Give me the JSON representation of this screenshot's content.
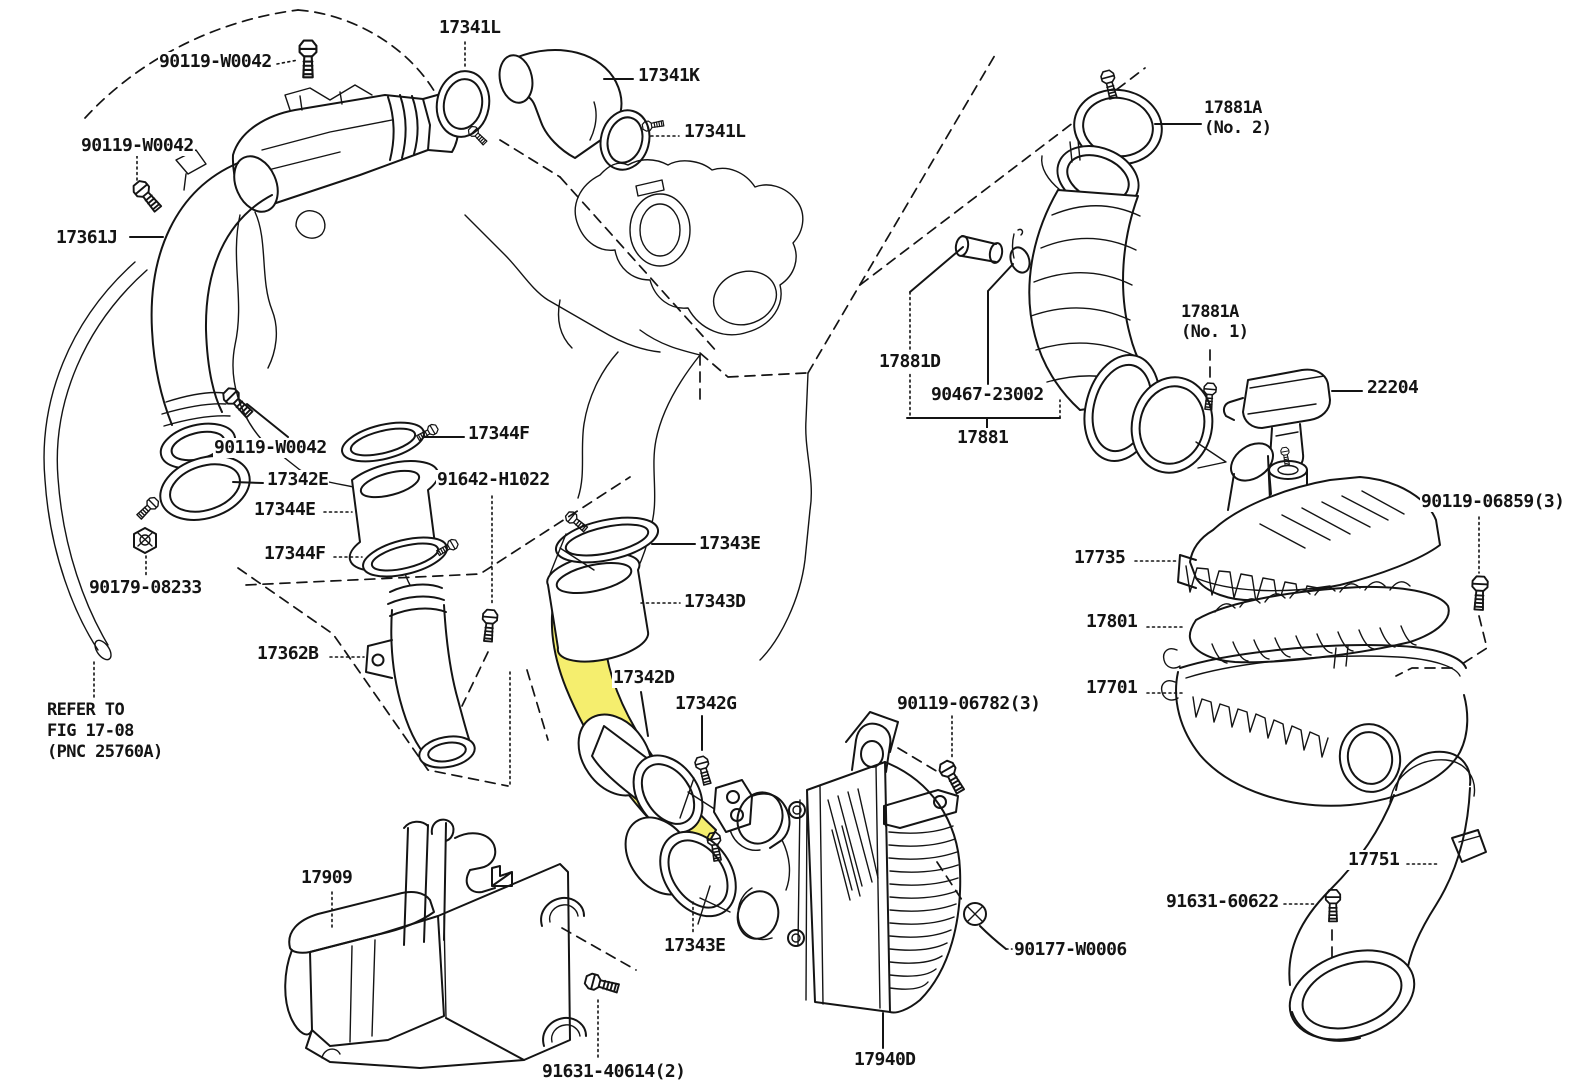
{
  "colors": {
    "line": "#141414",
    "highlight": "#f5ee6e",
    "background": "#ffffff"
  },
  "labels": {
    "bolt_90119_w0042_top": "90119-W0042",
    "clamp_17341l_top": "17341L",
    "hose_17341k": "17341K",
    "clamp_17341l_mid": "17341L",
    "bolt_90119_w0042_left": "90119-W0042",
    "hose_17361j": "17361J",
    "bolt_90119_w0042_mid": "90119-W0042",
    "clamp_17342e": "17342E",
    "pipe_17344e": "17344E",
    "clamp_17344f_top": "17344F",
    "clamp_17344f_bottom": "17344F",
    "kit_91642_h1022": "91642-H1022",
    "nut_90179_08233": "90179-08233",
    "pipe_17362b": "17362B",
    "clamp_17343e_top": "17343E",
    "hose_17343d": "17343D",
    "pipe_17342d": "17342D",
    "clamp_17342g": "17342G",
    "bolt_90119_06782": "90119-06782(3)",
    "clamp_17343e_bottom": "17343E",
    "duct_17909": "17909",
    "bolt_91631_40614": "91631-40614(2)",
    "intercooler_17940d": "17940D",
    "screw_90177_w0006": "90177-W0006",
    "bolt_91631_60622": "91631-60622",
    "clamp_17881a_no2": "17881A",
    "clamp_17881a_no2_sub": "(No. 2)",
    "hose_17881d": "17881D",
    "clamp_90467_23002": "90467-23002",
    "hose_17881": "17881",
    "clamp_17881a_no1": "17881A",
    "clamp_17881a_no1_sub": "(No. 1)",
    "maf_22204": "22204",
    "bolt_90119_06859": "90119-06859(3)",
    "cap_17735": "17735",
    "filter_17801": "17801",
    "case_17701": "17701",
    "duct_17751": "17751"
  },
  "note": {
    "line1": "REFER TO",
    "line2": "FIG 17-08",
    "line3": "(PNC 25760A)"
  }
}
